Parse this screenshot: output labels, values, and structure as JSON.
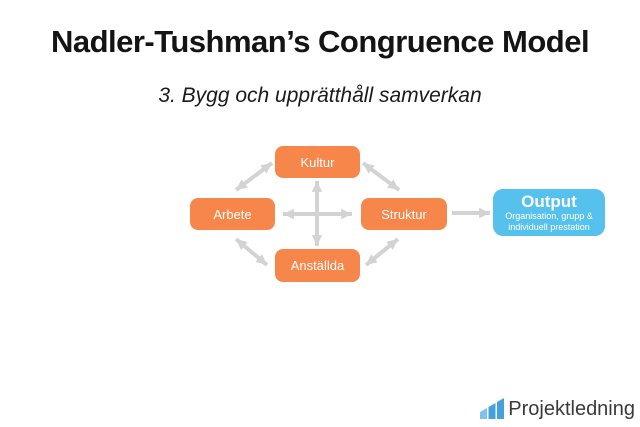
{
  "page": {
    "title": "Nadler-Tushman’s Congruence Model",
    "subtitle": "3. Bygg och upprätthåll samverkan"
  },
  "diagram": {
    "nodes": [
      {
        "id": "kultur",
        "label": "Kultur"
      },
      {
        "id": "arbete",
        "label": "Arbete"
      },
      {
        "id": "struktur",
        "label": "Struktur"
      },
      {
        "id": "anstallda",
        "label": "Anställda"
      }
    ],
    "output": {
      "title": "Output",
      "subtitle_line1": "Organisation, grupp &",
      "subtitle_line2": "individuell prestation"
    },
    "connections": [
      {
        "from": "Arbete",
        "to": "Kultur",
        "bidirectional": true
      },
      {
        "from": "Kultur",
        "to": "Struktur",
        "bidirectional": true
      },
      {
        "from": "Arbete",
        "to": "Anställda",
        "bidirectional": true
      },
      {
        "from": "Anställda",
        "to": "Struktur",
        "bidirectional": true
      },
      {
        "from": "Kultur",
        "to": "Anställda",
        "bidirectional": true
      },
      {
        "from": "Arbete",
        "to": "Struktur",
        "bidirectional": true
      },
      {
        "from": "Struktur",
        "to": "Output",
        "bidirectional": false
      }
    ],
    "colors": {
      "node_fill": "#f6864a",
      "output_fill": "#56c1ed",
      "arrow": "#d3d3d3",
      "node_text": "#ffffff"
    }
  },
  "footer": {
    "brand": "Projektledning",
    "logo_colors": {
      "light_bar": "#7ec3e8",
      "dark_bar": "#44a1dc"
    }
  }
}
